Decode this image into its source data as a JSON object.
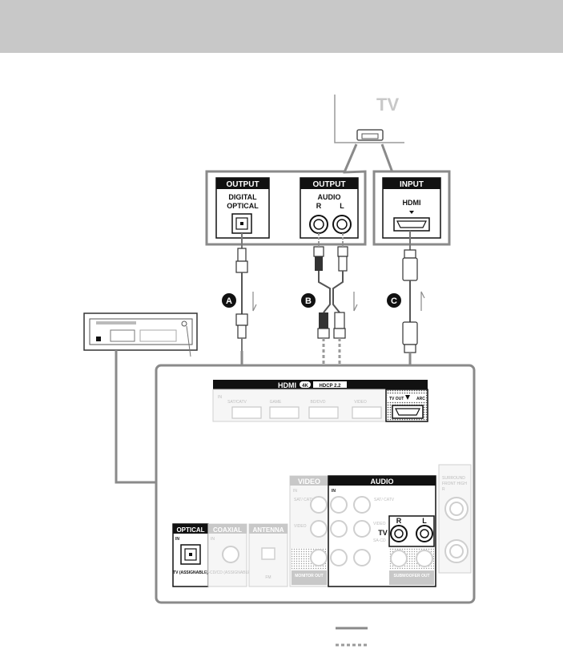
{
  "tv": {
    "label": "TV"
  },
  "tv_panels": {
    "optical": {
      "header": "OUTPUT",
      "line1": "DIGITAL",
      "line2": "OPTICAL"
    },
    "audio": {
      "header": "OUTPUT",
      "title": "AUDIO",
      "r": "R",
      "l": "L"
    },
    "hdmi": {
      "header": "INPUT",
      "title": "HDMI"
    }
  },
  "cables": {
    "a": "A",
    "b": "B",
    "c": "C"
  },
  "receiver": {
    "hdmi_bar": {
      "label": "HDMI",
      "badge_4k": "4K",
      "hdcp": "HDCP 2.2",
      "tv_out": "TV OUT",
      "arc": "ARC"
    },
    "hdmi_inputs": [
      "SAT/CATV",
      "GAME",
      "BD/DVD",
      "VIDEO"
    ],
    "hdmi_in_mark": "IN",
    "video": {
      "title": "VIDEO",
      "in": "IN",
      "sat": "SAT/ CATV",
      "video": "VIDEO",
      "monitor_out": "MONITOR OUT"
    },
    "audio": {
      "title": "AUDIO",
      "in": "IN",
      "sat": "SAT/ CATV",
      "video": "VIDEO",
      "sa_cd": "SA-CD",
      "tv": "TV",
      "r": "R",
      "l": "L",
      "subwoofer_out": "SUBWOOFER OUT"
    },
    "surround": {
      "line1": "SURROUND",
      "line2": "FRONT HIGH",
      "r": "R"
    },
    "optical": {
      "title": "OPTICAL",
      "in": "IN",
      "tv_assignable": "TV (ASSIGNABLE)"
    },
    "coaxial": {
      "title": "COAXIAL",
      "in": "IN",
      "sub": "SA-CD/CD (ASSIGNABLE)"
    },
    "antenna": {
      "title": "ANTENNA",
      "fm": "FM"
    }
  },
  "colors": {
    "band": "#c8c8c8",
    "line": "#8a8a8a",
    "dark": "#111111",
    "light_panel": "#ededed"
  }
}
